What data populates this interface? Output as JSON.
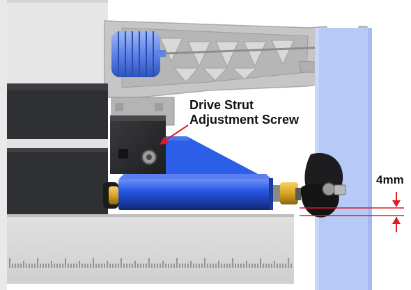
{
  "callout": {
    "line1": "Drive Strut",
    "line2": "Adjustment Screw"
  },
  "dimension": {
    "label": "4mm"
  },
  "colors": {
    "strut_blue": "#1f4fd6",
    "annotation_red": "#e01b24",
    "guide_blue": "#b7c9f7",
    "body_dark": "#2f3033",
    "brass": "#d9a520"
  }
}
